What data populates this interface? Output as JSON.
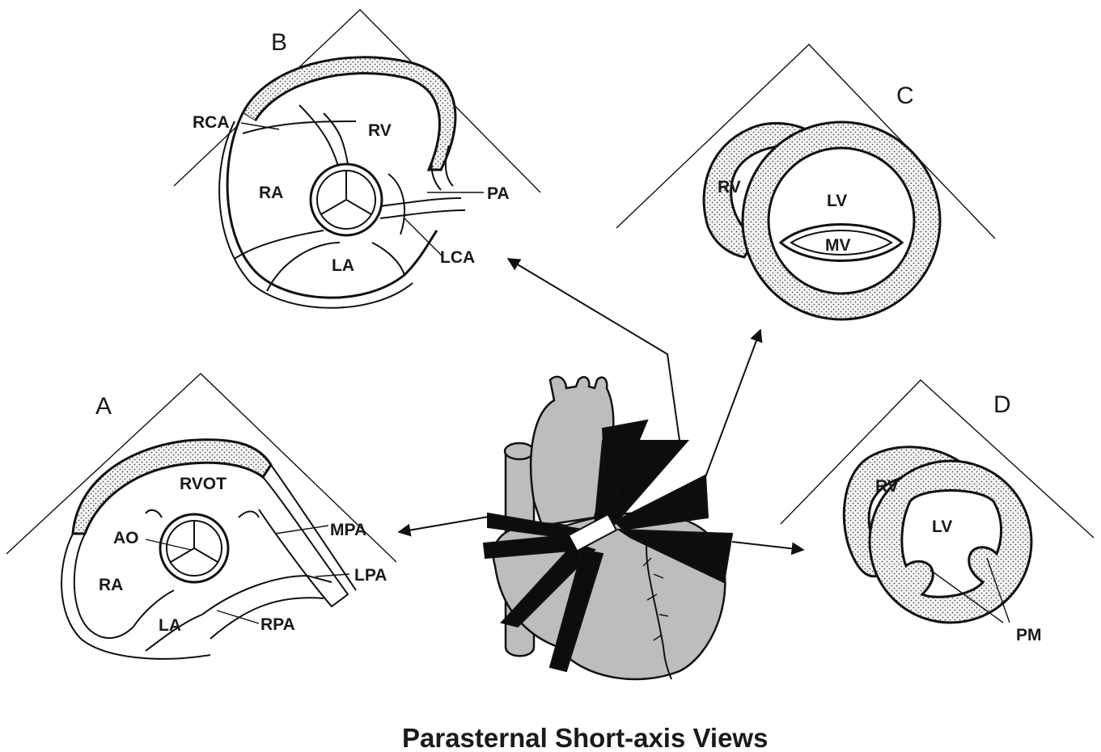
{
  "title": "Parasternal Short-axis Views",
  "panels": {
    "A": {
      "letter": "A",
      "labels": [
        "RVOT",
        "AO",
        "MPA",
        "LPA",
        "RA",
        "LA",
        "RPA"
      ]
    },
    "B": {
      "letter": "B",
      "labels": [
        "RCA",
        "RV",
        "RA",
        "PA",
        "LA",
        "LCA"
      ]
    },
    "C": {
      "letter": "C",
      "labels": [
        "RV",
        "LV",
        "MV"
      ]
    },
    "D": {
      "letter": "D",
      "labels": [
        "RV",
        "LV",
        "PM"
      ]
    }
  }
}
